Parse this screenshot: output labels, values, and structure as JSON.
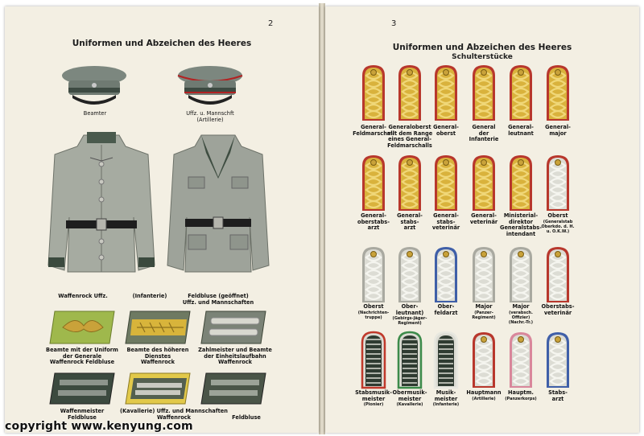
{
  "left_page": {
    "page_number": "2",
    "title": "Uniformen und Abzeichen des Heeres",
    "caps": [
      {
        "lines": [
          "Beamter"
        ]
      },
      {
        "lines": [
          "Uffz. u. Mannschft",
          "(Artillerie)"
        ]
      }
    ],
    "tunics": {
      "left_caption": "Waffenrock Uffz.",
      "middle_caption": "(Infanterie)",
      "right_caption": [
        "Feldbluse (geöffnet)",
        "Uffz. und Mannschaften"
      ]
    },
    "patches_row1": [
      {
        "lines": [
          "Beamte mit der Uniform",
          "der Generale",
          "Waffenrock  Feldbluse"
        ]
      },
      {
        "lines": [
          "Beamte des höheren",
          "Dienstes",
          "Waffenrock"
        ]
      },
      {
        "lines": [
          "Zahlmeister und Beamte",
          "der Einheitslaufbahn",
          "Waffenrock"
        ]
      }
    ],
    "patches_row2": [
      {
        "lines": [
          "Waffenmeister",
          "Feldbluse"
        ]
      },
      {
        "lines": [
          "(Kavallerie) Uffz. und Mannschaften",
          "Waffenrock"
        ]
      },
      {
        "lines": [
          "Feldbluse"
        ]
      }
    ]
  },
  "right_page": {
    "page_number": "3",
    "title": "Uniformen und Abzeichen des Heeres",
    "subtitle": "Schulterstücke",
    "rows": [
      [
        {
          "lines": [
            "General-",
            "Feldmarschall"
          ]
        },
        {
          "lines": [
            "Generaloberst",
            "mit dem Range",
            "eines General-",
            "Feldmarschalls"
          ]
        },
        {
          "lines": [
            "General-",
            "oberst"
          ]
        },
        {
          "lines": [
            "General",
            "der",
            "Infanterie"
          ]
        },
        {
          "lines": [
            "General-",
            "leutnant"
          ]
        },
        {
          "lines": [
            "General-",
            "major"
          ]
        }
      ],
      [
        {
          "lines": [
            "General-",
            "oberstabs-",
            "arzt"
          ]
        },
        {
          "lines": [
            "General-",
            "stabs-",
            "arzt"
          ]
        },
        {
          "lines": [
            "General-",
            "stabs-",
            "veterinär"
          ]
        },
        {
          "lines": [
            "General-",
            "veterinär"
          ]
        },
        {
          "lines": [
            "Ministerial-",
            "direktor",
            "Generalstabs-",
            "intendant"
          ]
        },
        {
          "lines": [
            "Oberst"
          ],
          "small": [
            "(Generalstab",
            "Oberkdo. d. H.",
            "u. O.K.W.)"
          ]
        }
      ],
      [
        {
          "lines": [
            "Oberst"
          ],
          "small": [
            "(Nachrichten-",
            "truppe)"
          ]
        },
        {
          "lines": [
            "Ober-",
            "leutnant)"
          ],
          "small": [
            "(Gebirgs-Jäger-",
            "Regiment)"
          ]
        },
        {
          "lines": [
            "Ober-",
            "feldarzt"
          ]
        },
        {
          "lines": [
            "Major"
          ],
          "small": [
            "(Panzer-",
            "Regiment)"
          ]
        },
        {
          "lines": [
            "Major"
          ],
          "small": [
            "(verabsch.",
            "Offizier)",
            "(Nachr.-Tr.)"
          ]
        },
        {
          "lines": [
            "Oberstabs-",
            "veterinär"
          ]
        }
      ],
      [
        {
          "lines": [
            "Stabsmusik-",
            "meister"
          ],
          "small": [
            "(Pionier)"
          ]
        },
        {
          "lines": [
            "Obermusik-",
            "meister"
          ],
          "small": [
            "(Kavallerie)"
          ]
        },
        {
          "lines": [
            "Musik-",
            "meister"
          ],
          "small": [
            "(Infanterie)"
          ]
        },
        {
          "lines": [
            "Hauptmann"
          ],
          "small": [
            "(Artillerie)"
          ]
        },
        {
          "lines": [
            "Hauptm."
          ],
          "small": [
            "(Panzerkorps)"
          ]
        },
        {
          "lines": [
            "Stabs-",
            "arzt"
          ]
        }
      ]
    ]
  },
  "watermark": "copyright www.kenyung.com",
  "colors": {
    "paper": "#f3efe3",
    "feldgrau": "#8e968c",
    "gold": "#d7b33d",
    "silver": "#dcdcd4"
  }
}
